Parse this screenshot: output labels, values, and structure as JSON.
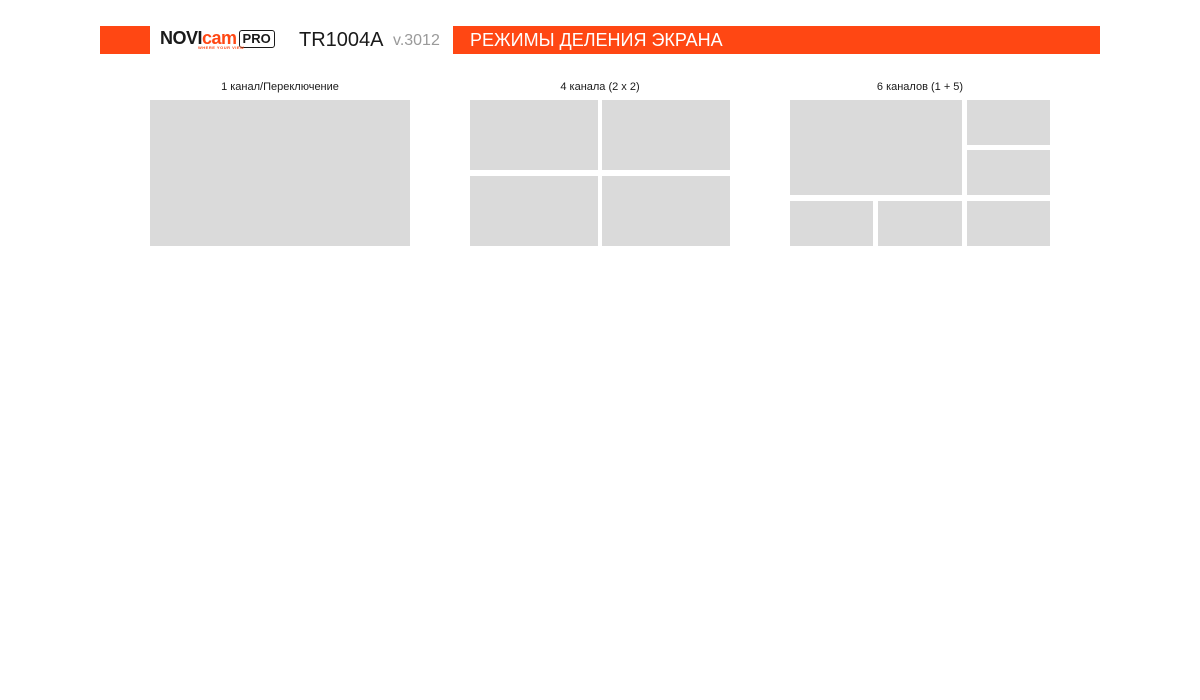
{
  "header": {
    "brand_logo": {
      "part_a": "NOVI",
      "part_b": "cam",
      "tagline": "WHERE YOUR VIEW",
      "badge": "PRO"
    },
    "model": "TR1004A",
    "version": "v.3012",
    "section_title": "РЕЖИМЫ ДЕЛЕНИЯ ЭКРАНА"
  },
  "modes": [
    {
      "label": "1 канал/Переключение"
    },
    {
      "label": "4 канала (2 x 2)"
    },
    {
      "label": "6 каналов (1 + 5)"
    }
  ],
  "colors": {
    "accent": "#ff4713",
    "tile": "#dadada",
    "text": "#1a1a1a",
    "version_text": "#9a9a9a"
  }
}
